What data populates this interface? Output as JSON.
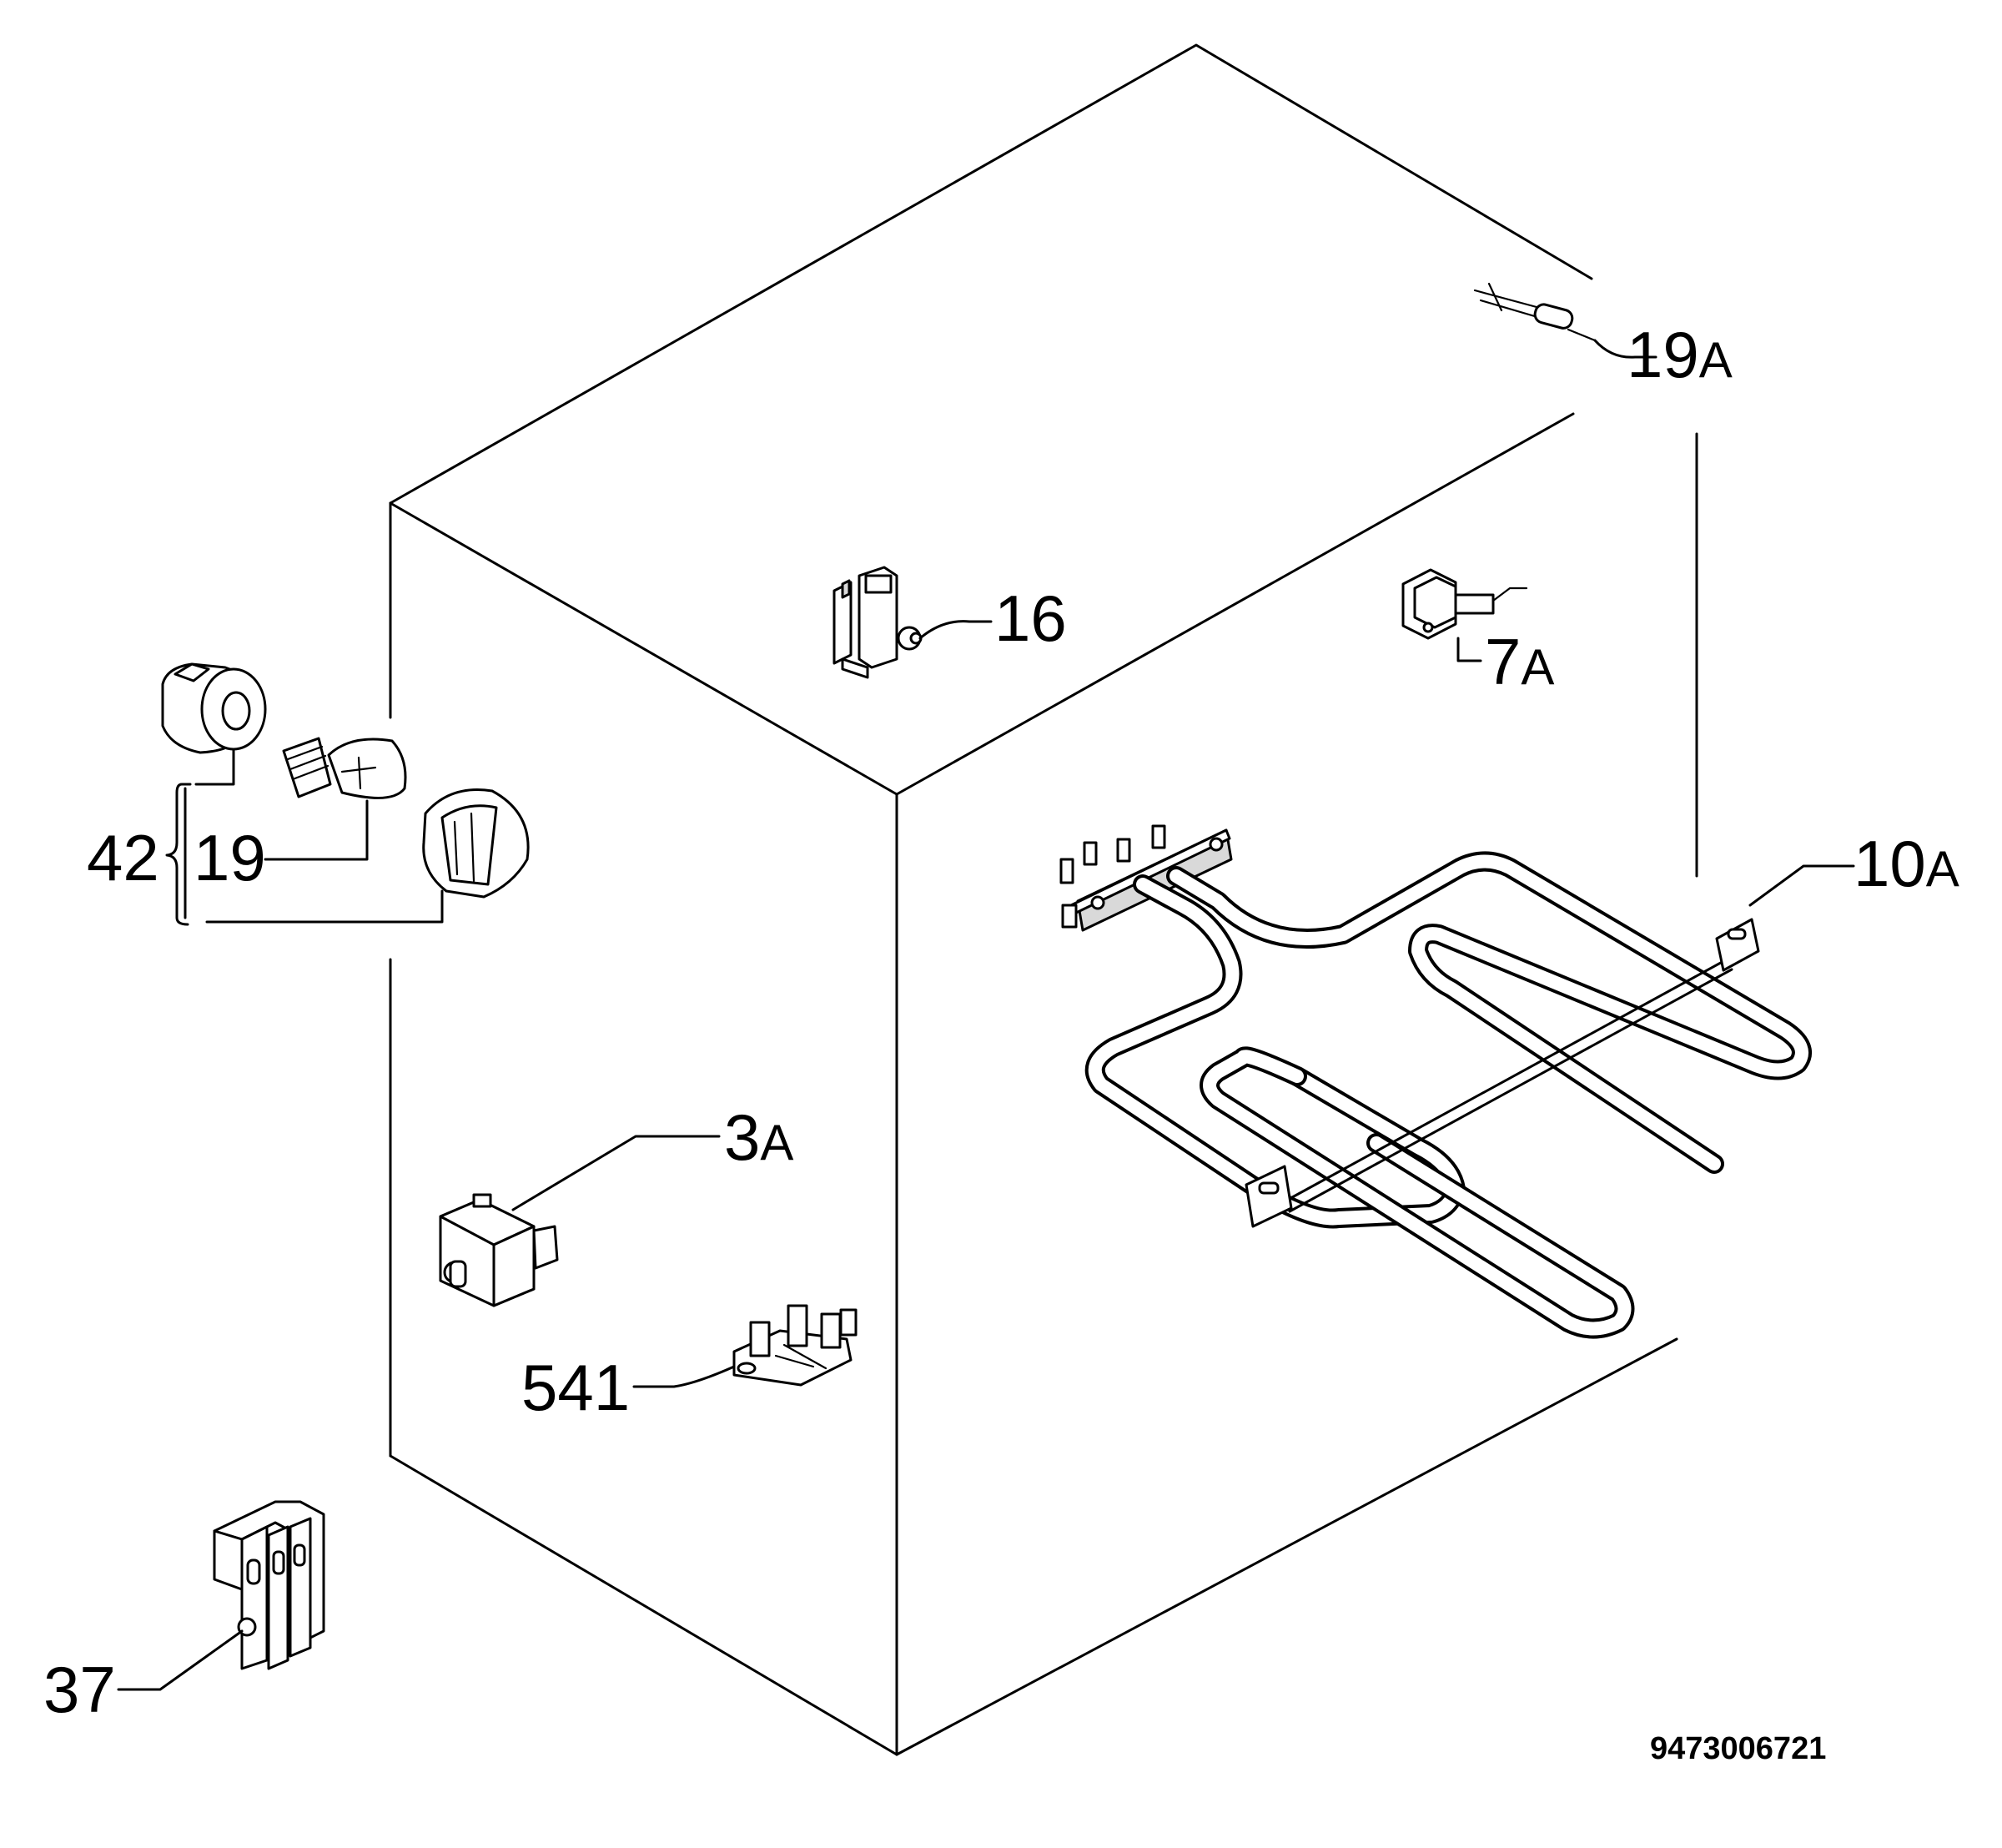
{
  "callouts": {
    "c19a": {
      "num": "19",
      "suffix": "A"
    },
    "c16": {
      "num": "16",
      "suffix": ""
    },
    "c7a": {
      "num": "7",
      "suffix": "A"
    },
    "c10a": {
      "num": "10",
      "suffix": "A"
    },
    "c42": {
      "num": "42",
      "suffix": ""
    },
    "c19": {
      "num": "19",
      "suffix": ""
    },
    "c3a": {
      "num": "3",
      "suffix": "A"
    },
    "c541": {
      "num": "541",
      "suffix": ""
    },
    "c37": {
      "num": "37",
      "suffix": ""
    }
  },
  "document_number": "9473006721",
  "colors": {
    "line": "#000000",
    "background": "#ffffff"
  }
}
